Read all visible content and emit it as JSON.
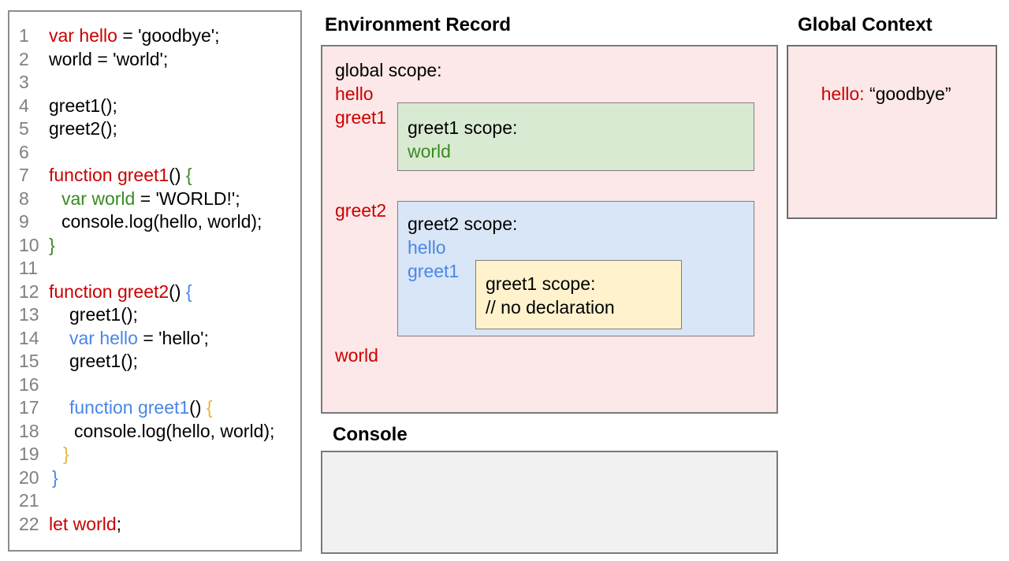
{
  "palette": {
    "keyword_red": "#cc0000",
    "greet1_green": "#3a8a21",
    "greet2_blue": "#4a86e8",
    "nested_orange": "#e8b339",
    "line_number_gray": "#808080",
    "env_pink_fill": "#fce8e8",
    "greet1_fill": "#d9ead3",
    "greet2_fill": "#d9e6f7",
    "nested_fill": "#fff2cc",
    "console_fill": "#f1f1f1"
  },
  "code_panel": {
    "lines": [
      {
        "n": "1",
        "indent": 0,
        "segments": [
          {
            "t": "var hello",
            "c": "red"
          },
          {
            "t": " = 'goodbye';",
            "c": "plain"
          }
        ]
      },
      {
        "n": "2",
        "indent": 0,
        "segments": [
          {
            "t": "world = 'world';",
            "c": "plain"
          }
        ]
      },
      {
        "n": "3",
        "indent": 0,
        "segments": []
      },
      {
        "n": "4",
        "indent": 0,
        "segments": [
          {
            "t": "greet1();",
            "c": "plain"
          }
        ]
      },
      {
        "n": "5",
        "indent": 0,
        "segments": [
          {
            "t": "greet2();",
            "c": "plain"
          }
        ]
      },
      {
        "n": "6",
        "indent": 0,
        "segments": []
      },
      {
        "n": "7",
        "indent": 0,
        "segments": [
          {
            "t": "function greet1",
            "c": "red"
          },
          {
            "t": "() ",
            "c": "plain"
          },
          {
            "t": "{",
            "c": "green"
          }
        ]
      },
      {
        "n": "8",
        "indent": 16,
        "segments": [
          {
            "t": "var world",
            "c": "green"
          },
          {
            "t": " = 'WORLD!';",
            "c": "plain"
          }
        ]
      },
      {
        "n": "9",
        "indent": 16,
        "segments": [
          {
            "t": "console.log(hello, world);",
            "c": "plain"
          }
        ]
      },
      {
        "n": "10",
        "indent": 0,
        "segments": [
          {
            "t": "}",
            "c": "green"
          }
        ]
      },
      {
        "n": "11",
        "indent": 0,
        "segments": []
      },
      {
        "n": "12",
        "indent": 0,
        "segments": [
          {
            "t": "function greet2",
            "c": "red"
          },
          {
            "t": "() ",
            "c": "plain"
          },
          {
            "t": "{",
            "c": "blue"
          }
        ]
      },
      {
        "n": "13",
        "indent": 26,
        "segments": [
          {
            "t": "greet1();",
            "c": "plain"
          }
        ]
      },
      {
        "n": "14",
        "indent": 26,
        "segments": [
          {
            "t": "var hello",
            "c": "blue"
          },
          {
            "t": " = 'hello';",
            "c": "plain"
          }
        ]
      },
      {
        "n": "15",
        "indent": 26,
        "segments": [
          {
            "t": "greet1();",
            "c": "plain"
          }
        ]
      },
      {
        "n": "16",
        "indent": 0,
        "segments": []
      },
      {
        "n": "17",
        "indent": 26,
        "segments": [
          {
            "t": "function greet1",
            "c": "blue"
          },
          {
            "t": "() ",
            "c": "plain"
          },
          {
            "t": "{",
            "c": "orange"
          }
        ]
      },
      {
        "n": "18",
        "indent": 32,
        "segments": [
          {
            "t": "console.log(hello, world);",
            "c": "plain"
          }
        ]
      },
      {
        "n": "19",
        "indent": 18,
        "segments": [
          {
            "t": "}",
            "c": "orange"
          }
        ]
      },
      {
        "n": "20",
        "indent": 4,
        "segments": [
          {
            "t": "}",
            "c": "blue"
          }
        ]
      },
      {
        "n": "21",
        "indent": 0,
        "segments": []
      },
      {
        "n": "22",
        "indent": 0,
        "segments": [
          {
            "t": "let world",
            "c": "red"
          },
          {
            "t": ";",
            "c": "plain"
          }
        ]
      }
    ]
  },
  "environment_record": {
    "title": "Environment Record",
    "global_scope": {
      "label": "global scope:",
      "var_hello": "hello",
      "fn_greet1": "greet1",
      "fn_greet2": "greet2",
      "var_world": "world"
    },
    "greet1_scope": {
      "title": "greet1 scope:",
      "var_world": "world"
    },
    "greet2_scope": {
      "title": "greet2 scope:",
      "var_hello": "hello",
      "fn_greet1": "greet1",
      "nested_greet1_scope": {
        "title": "greet1 scope:",
        "comment": "// no declaration"
      }
    }
  },
  "console_panel": {
    "title": "Console",
    "content": ""
  },
  "global_context": {
    "title": "Global Context",
    "entry_key": "hello:",
    "entry_value": "“goodbye”"
  }
}
